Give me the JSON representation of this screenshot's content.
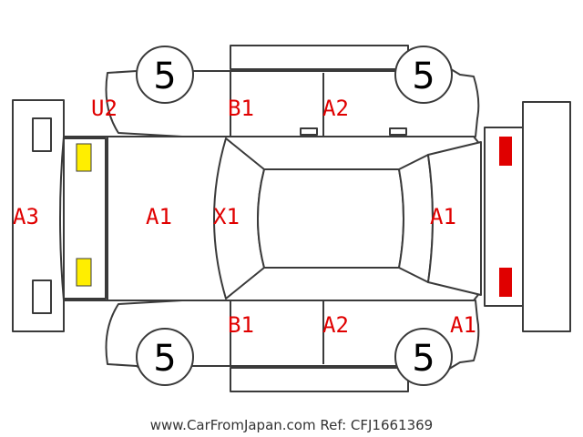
{
  "colors": {
    "outline": "#3a3a3a",
    "damage_code": "#e00000",
    "front_lamp": "#ffee00",
    "rear_lamp": "#e00000",
    "footer_text": "#333333"
  },
  "grades": {
    "front_left_tire": "5",
    "rear_left_tire": "5",
    "front_right_tire": "5",
    "rear_right_tire": "5"
  },
  "damage_codes": {
    "front_left_fender": "U2",
    "front_left_door": "B1",
    "rear_left_door": "A2",
    "front_bumper": "A3",
    "hood": "A1",
    "windshield": "X1",
    "trunk": "A1",
    "front_right_door": "B1",
    "rear_right_door": "A2",
    "rear_right_quarter": "A1"
  },
  "icons": {
    "front_lamp": "headlight-marker",
    "rear_lamp": "taillight-marker"
  },
  "footer": {
    "text": "www.CarFromJapan.com Ref: CFJ1661369"
  }
}
